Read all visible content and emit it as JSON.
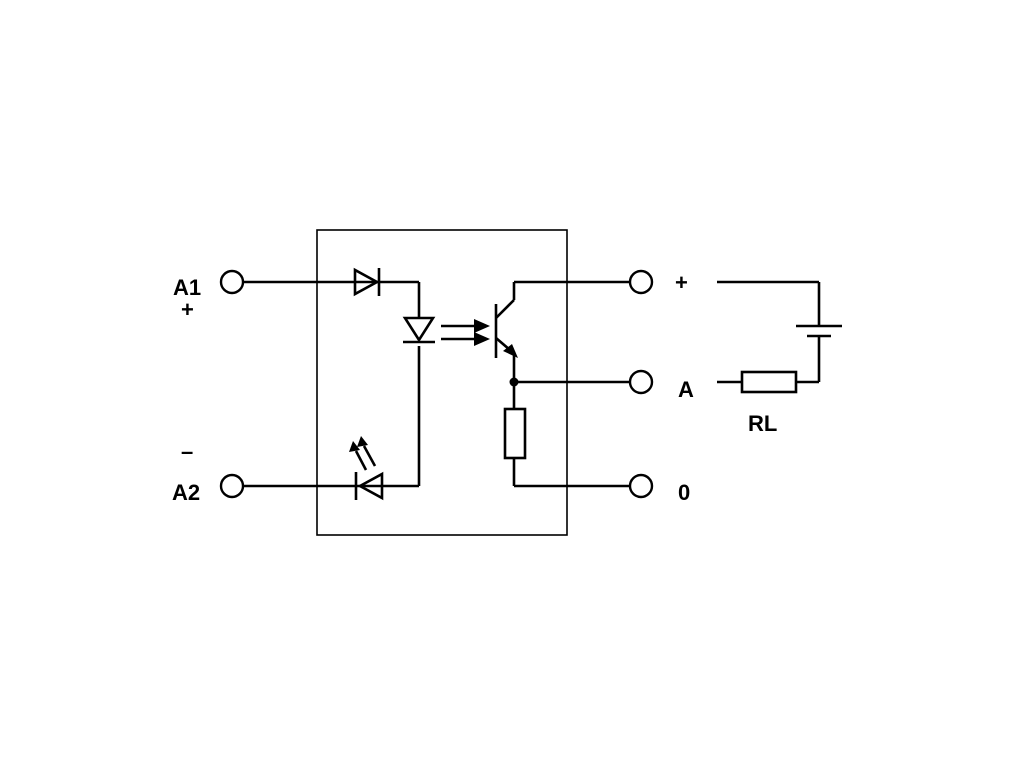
{
  "terminals": {
    "a1": "A1",
    "a1_polarity": "+",
    "a2": "A2",
    "a2_polarity": "–",
    "plus": "+",
    "a": "A",
    "zero": "0"
  },
  "load_resistor": "RL",
  "colors": {
    "line": "#000000",
    "background": "#ffffff"
  }
}
